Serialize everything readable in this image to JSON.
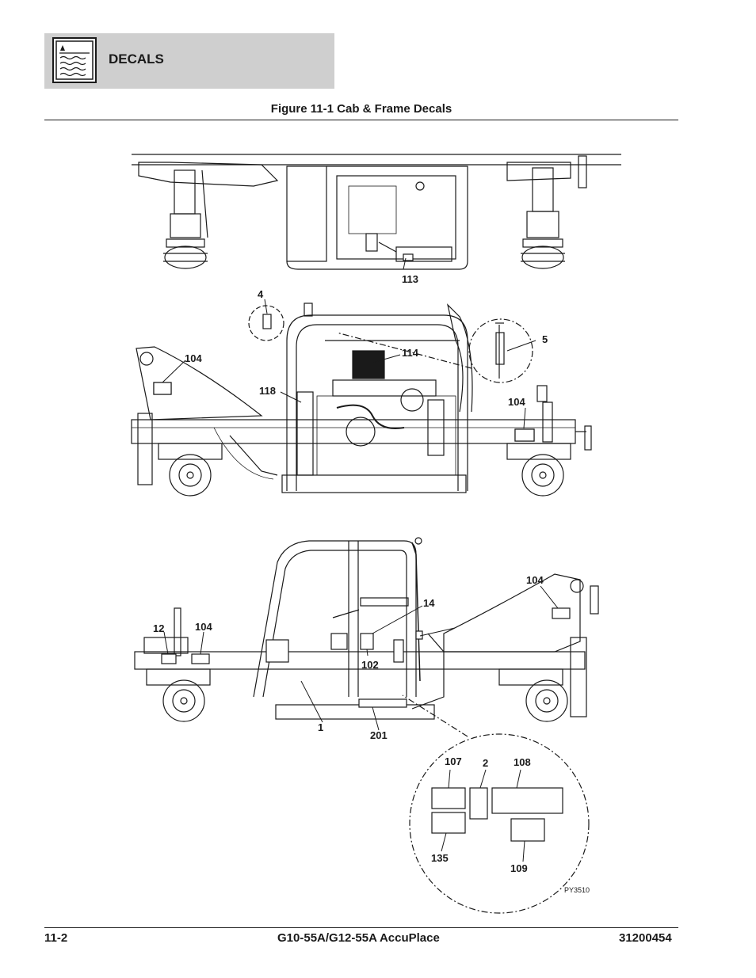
{
  "header": {
    "section_title": "DECALS",
    "icon": "decal-icon"
  },
  "figure": {
    "caption": "Figure 11-1 Cab & Frame Decals",
    "drawing_id": "PY3510",
    "callouts": {
      "c113": "113",
      "c4": "4",
      "c114": "114",
      "c5": "5",
      "c104_mid_left": "104",
      "c118": "118",
      "c104_mid_right": "104",
      "c104_bot_right": "104",
      "c14": "14",
      "c12": "12",
      "c104_bot_left": "104",
      "c102": "102",
      "c1": "1",
      "c201": "201",
      "c107": "107",
      "c2": "2",
      "c108": "108",
      "c135": "135",
      "c109": "109"
    }
  },
  "footer": {
    "page_number": "11-2",
    "model": "G10-55A/G12-55A AccuPlace",
    "part_number": "31200454"
  }
}
